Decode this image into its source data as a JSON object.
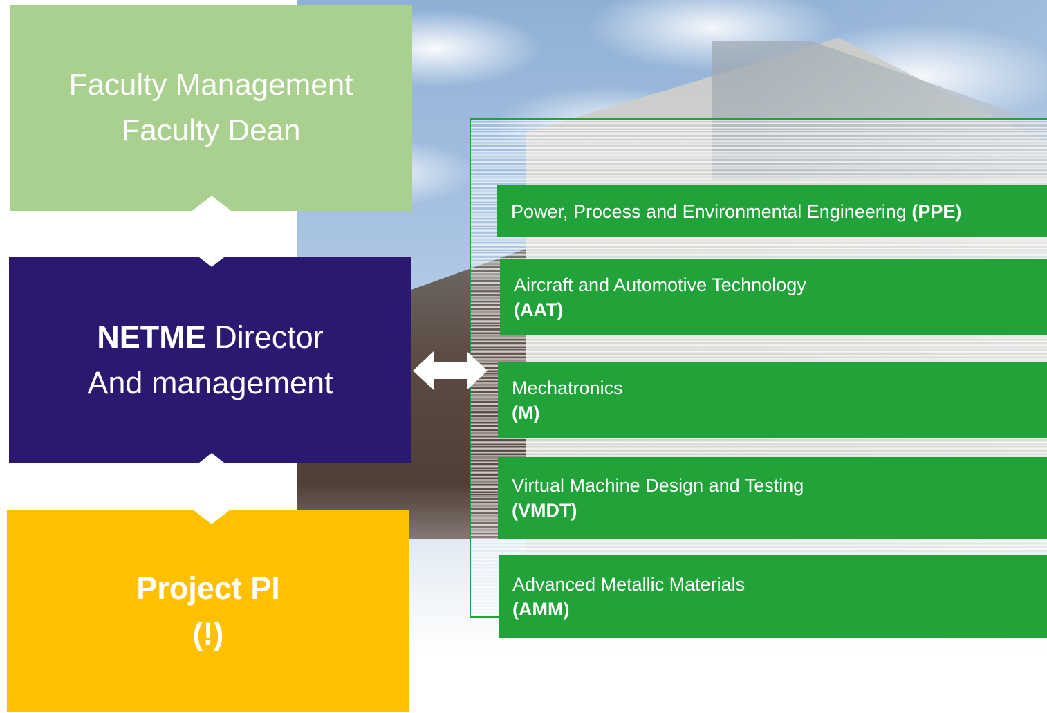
{
  "faculty_box": {
    "line1": "Faculty Management",
    "line2": "Faculty Dean",
    "color": "#a9d08e"
  },
  "netme_box": {
    "bold": "NETME",
    "rest": " Director",
    "line2": "And management",
    "color": "#2b1870"
  },
  "pi_box": {
    "line1": "Project PI",
    "line2": "(!)",
    "color": "#ffc000"
  },
  "departments": [
    {
      "name": "Power, Process and Environmental Engineering ",
      "abbr": "(PPE)"
    },
    {
      "name": "Aircraft and Automotive Technology",
      "abbr": "(AAT)"
    },
    {
      "name": "Mechatronics",
      "abbr": "(M)"
    },
    {
      "name": "Virtual Machine Design and Testing",
      "abbr": "(VMDT)"
    },
    {
      "name": "Advanced Metallic Materials",
      "abbr": "(AMM)"
    }
  ],
  "colors": {
    "department": "#22a33a",
    "arrow": "#ffffff"
  },
  "icons": {
    "vertical_arrow": "double-headed-vertical-arrow",
    "horizontal_arrow": "double-headed-horizontal-arrow"
  }
}
